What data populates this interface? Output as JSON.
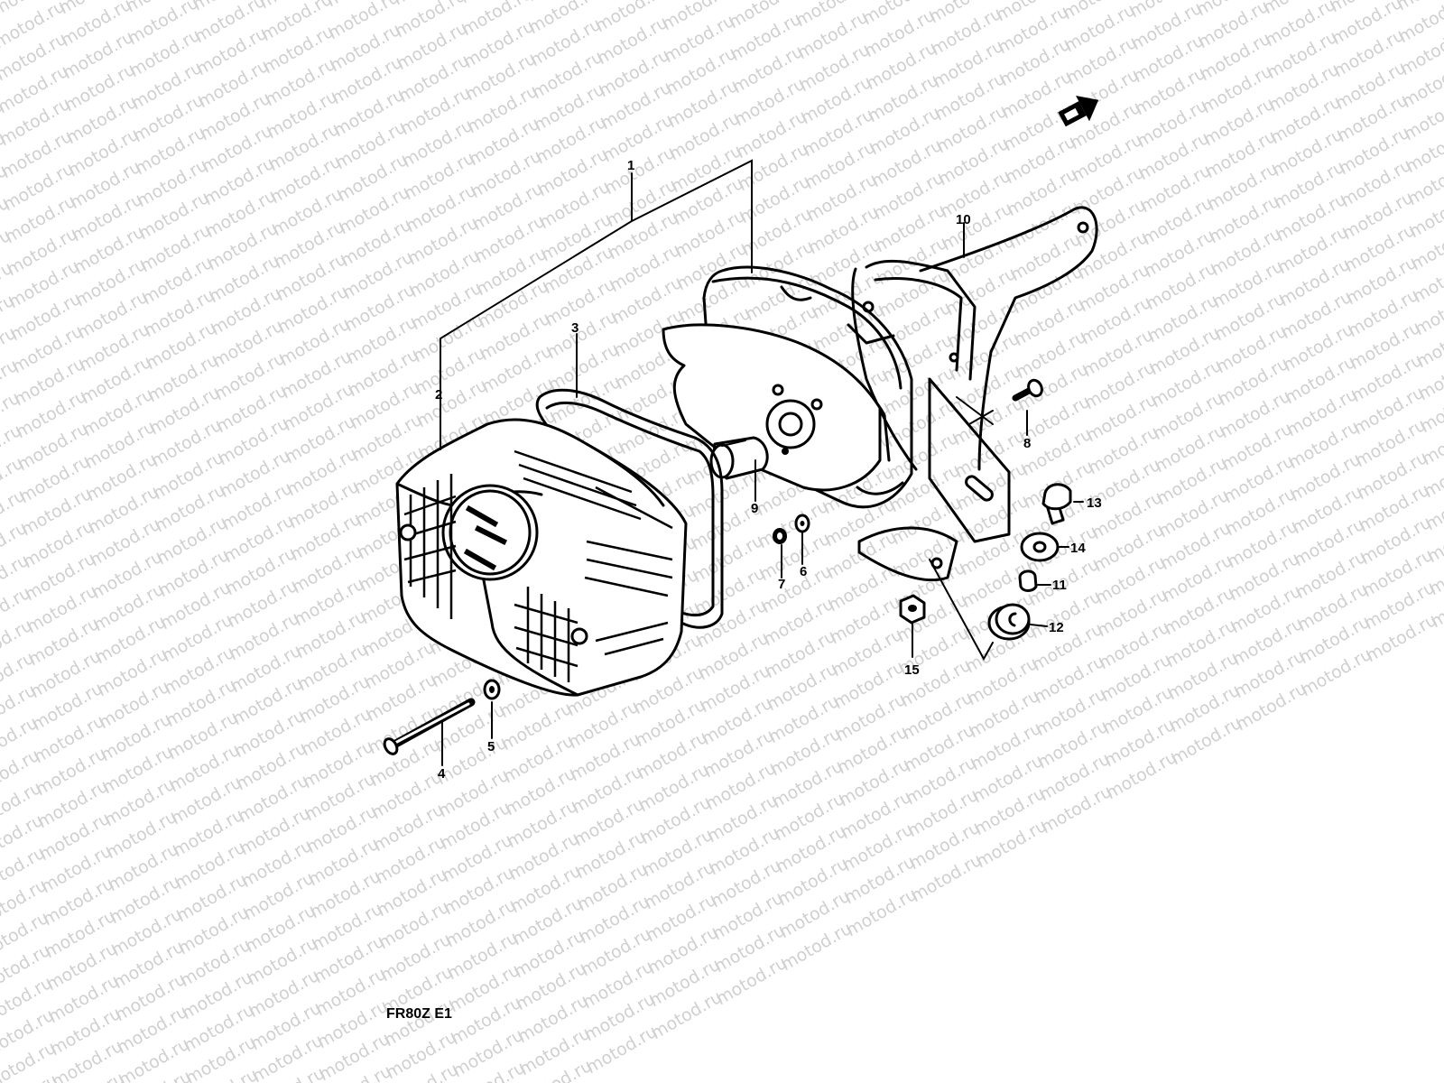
{
  "watermark": {
    "text": "motod.ru"
  },
  "diagram_code": "FR80Z E1",
  "callouts": [
    {
      "id": "p1",
      "label": "1"
    },
    {
      "id": "p2",
      "label": "2"
    },
    {
      "id": "p3",
      "label": "3"
    },
    {
      "id": "p4",
      "label": "4"
    },
    {
      "id": "p5",
      "label": "5"
    },
    {
      "id": "p6",
      "label": "6"
    },
    {
      "id": "p7",
      "label": "7"
    },
    {
      "id": "p8",
      "label": "8"
    },
    {
      "id": "p9",
      "label": "9"
    },
    {
      "id": "p10",
      "label": "10"
    },
    {
      "id": "p11",
      "label": "11"
    },
    {
      "id": "p12",
      "label": "12"
    },
    {
      "id": "p13",
      "label": "13"
    },
    {
      "id": "p14",
      "label": "14"
    },
    {
      "id": "p15",
      "label": "15"
    }
  ],
  "front_arrow_icon": "front-direction-arrow-icon"
}
